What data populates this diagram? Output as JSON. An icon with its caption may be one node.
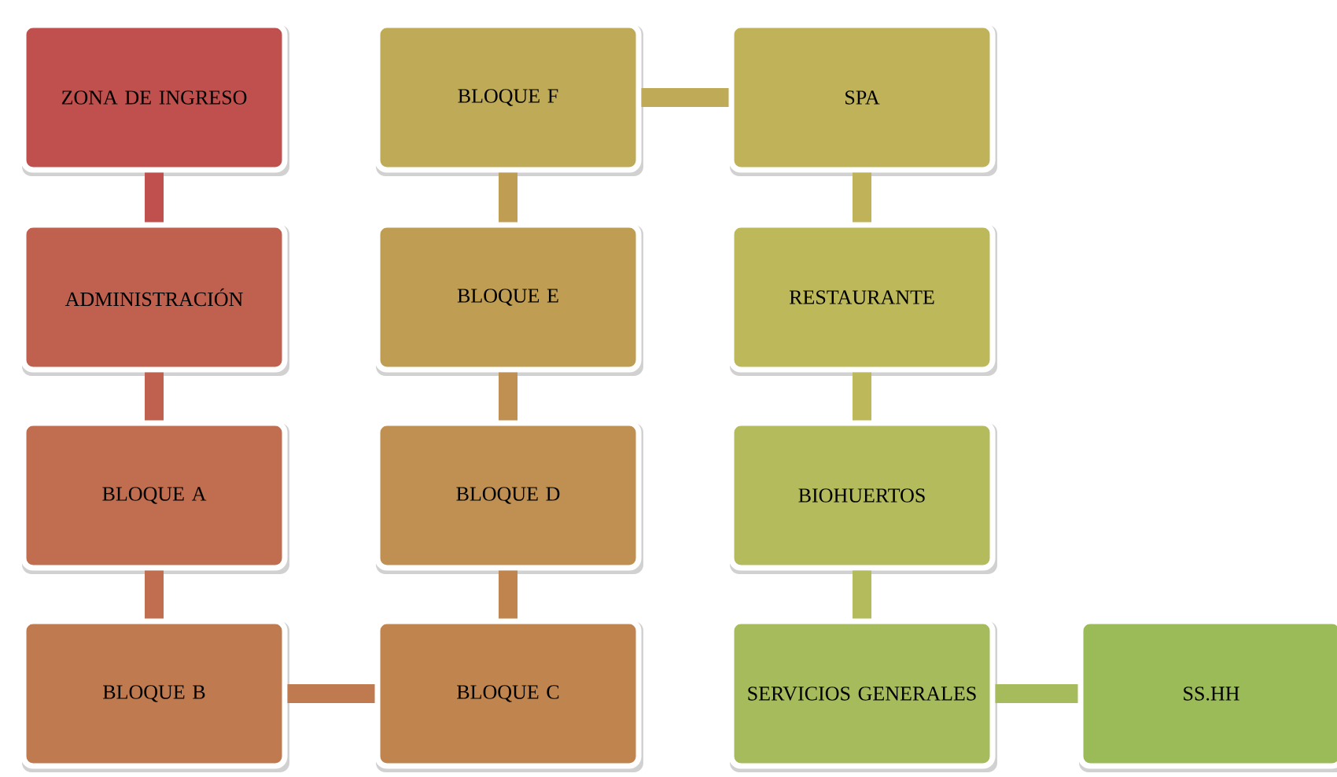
{
  "diagram": {
    "nodes": [
      {
        "text": [
          "ZONA DE INGRESO"
        ]
      },
      {
        "text": [
          "ADMINISTRACIÓN"
        ]
      },
      {
        "text": [
          "BLOQUE A"
        ]
      },
      {
        "text": [
          "BLOQUE B"
        ]
      },
      {
        "text": [
          "BLOQUE C"
        ]
      },
      {
        "text": [
          "BLOQUE D"
        ]
      },
      {
        "text": [
          "BLOQUE E"
        ]
      },
      {
        "text": [
          "BLOQUE F"
        ]
      },
      {
        "text": [
          "SPA"
        ]
      },
      {
        "text": [
          "RESTAURANTE"
        ]
      },
      {
        "text": [
          "BIOHUERTOS"
        ]
      },
      {
        "text": [
          "SERVICIOS GENERALES"
        ]
      },
      {
        "text": [
          "SS.HH"
        ]
      }
    ],
    "edges": [
      {
        "from": 0,
        "to": 1,
        "arrow": "none",
        "color": "#c0504d"
      },
      {
        "from": 1,
        "to": 2,
        "arrow": "none",
        "color": "#c0604e"
      },
      {
        "from": 2,
        "to": 3,
        "arrow": "none",
        "color": "#c06e4f"
      },
      {
        "from": 3,
        "to": 4,
        "arrow": "none",
        "color": "#c07a50"
      },
      {
        "from": 4,
        "to": 5,
        "arrow": "none",
        "color": "#c0844f"
      },
      {
        "from": 5,
        "to": 6,
        "arrow": "none",
        "color": "#bf9052"
      },
      {
        "from": 6,
        "to": 7,
        "arrow": "none",
        "color": "#bf9e54"
      },
      {
        "from": 7,
        "to": 8,
        "arrow": "none",
        "color": "#bfaa57"
      },
      {
        "from": 8,
        "to": 9,
        "arrow": "none",
        "color": "#bfb259"
      },
      {
        "from": 9,
        "to": 10,
        "arrow": "none",
        "color": "#bdb95a"
      },
      {
        "from": 10,
        "to": 11,
        "arrow": "none",
        "color": "#b3bb5c"
      },
      {
        "from": 11,
        "to": 12,
        "arrow": "none",
        "color": "#a6bb5c"
      }
    ]
  }
}
